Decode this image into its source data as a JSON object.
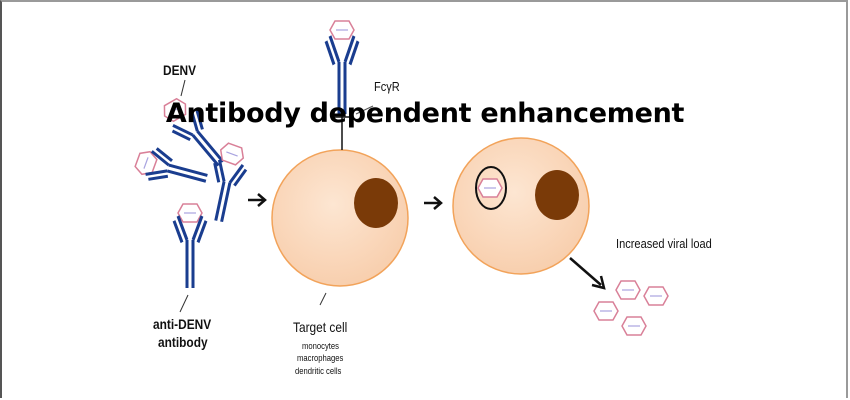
{
  "title": "Antibody dependent enhancement",
  "labels": {
    "denv": "DENV",
    "fcgr": "FcγR",
    "antibody": [
      "anti-DENV",
      "antibody"
    ],
    "target_cell": "Target cell",
    "cell_types": [
      "monocytes",
      "macrophages",
      "dendritic cells"
    ],
    "viral_load": "Increased viral load"
  },
  "colors": {
    "antibody": "#1a3d8f",
    "virus": "#d98098",
    "cell_fill": "#fbd8bb",
    "cell_stroke": "#f2a35a",
    "nucleus": "#7a3a08"
  }
}
